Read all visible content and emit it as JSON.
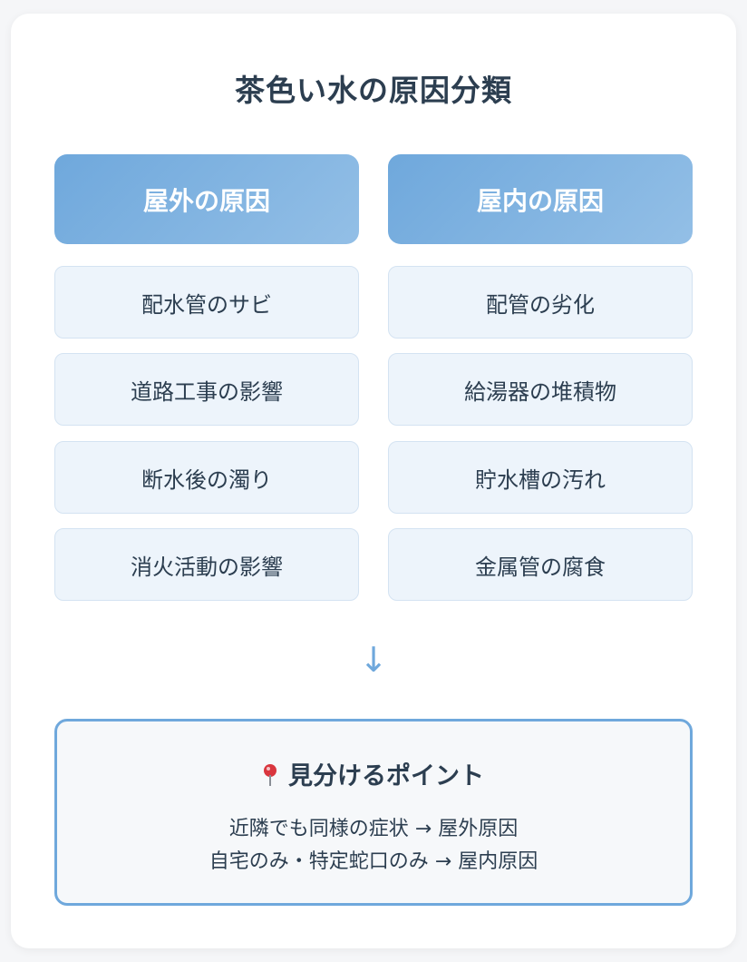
{
  "title": "茶色い水の原因分類",
  "columns": [
    {
      "header": "屋外の原因",
      "items": [
        "配水管のサビ",
        "道路工事の影響",
        "断水後の濁り",
        "消火活動の影響"
      ]
    },
    {
      "header": "屋内の原因",
      "items": [
        "配管の劣化",
        "給湯器の堆積物",
        "貯水槽の汚れ",
        "金属管の腐食"
      ]
    }
  ],
  "arrow": "↓",
  "point": {
    "icon": "pushpin-icon",
    "title": "見分けるポイント",
    "lines": [
      "近隣でも同様の症状 → 屋外原因",
      "自宅のみ・特定蛇口のみ → 屋内原因"
    ]
  },
  "colors": {
    "accent": "#6fa8dc",
    "header_gradient_end": "#93bfe6",
    "item_bg": "#edf4fb",
    "text": "#2c3e50"
  }
}
